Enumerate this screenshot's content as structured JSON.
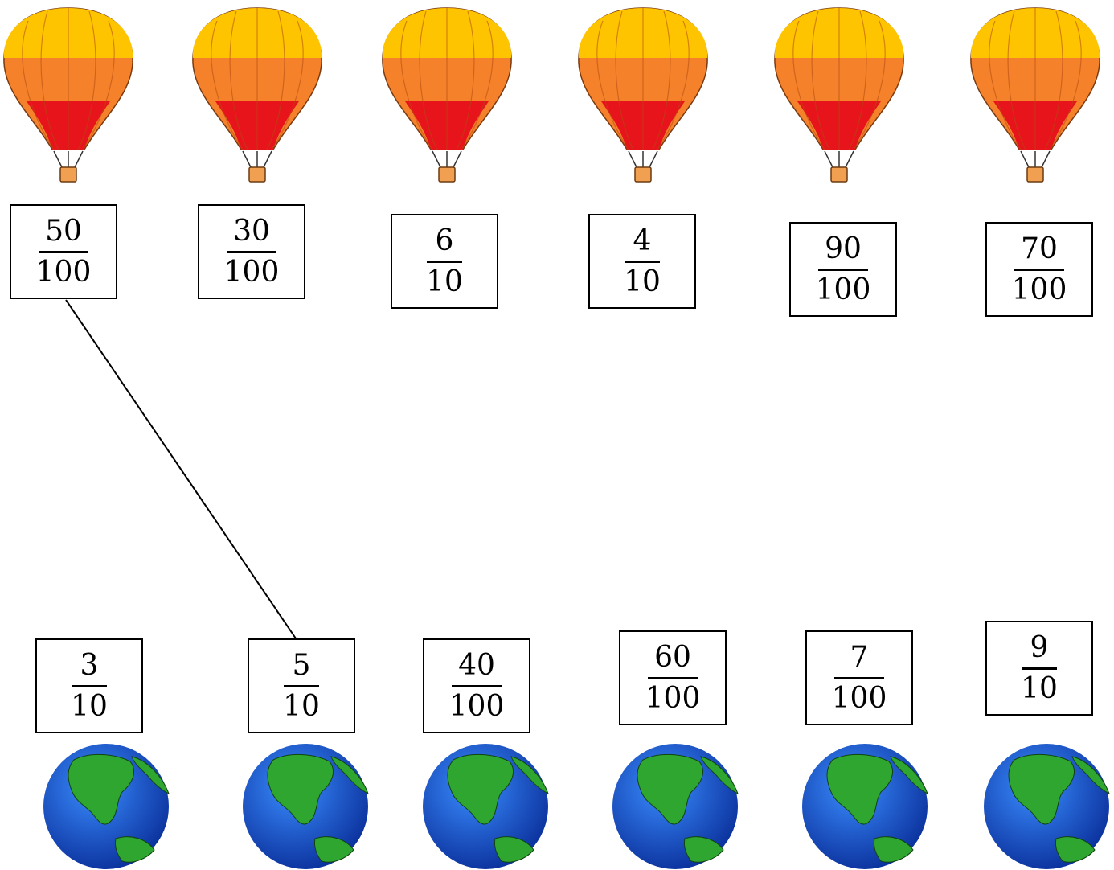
{
  "balloons": [
    {
      "numerator": "50",
      "denominator": "100"
    },
    {
      "numerator": "30",
      "denominator": "100"
    },
    {
      "numerator": "6",
      "denominator": "10"
    },
    {
      "numerator": "4",
      "denominator": "10"
    },
    {
      "numerator": "90",
      "denominator": "100"
    },
    {
      "numerator": "70",
      "denominator": "100"
    }
  ],
  "globes": [
    {
      "numerator": "3",
      "denominator": "10"
    },
    {
      "numerator": "5",
      "denominator": "10"
    },
    {
      "numerator": "40",
      "denominator": "100"
    },
    {
      "numerator": "60",
      "denominator": "100"
    },
    {
      "numerator": "7",
      "denominator": "100"
    },
    {
      "numerator": "9",
      "denominator": "10"
    }
  ],
  "colors": {
    "balloon_top": "#ffc400",
    "balloon_mid": "#f5822a",
    "balloon_bottom": "#e8141c",
    "globe_ocean": "#1f5fd6",
    "globe_land": "#2fa62f"
  }
}
